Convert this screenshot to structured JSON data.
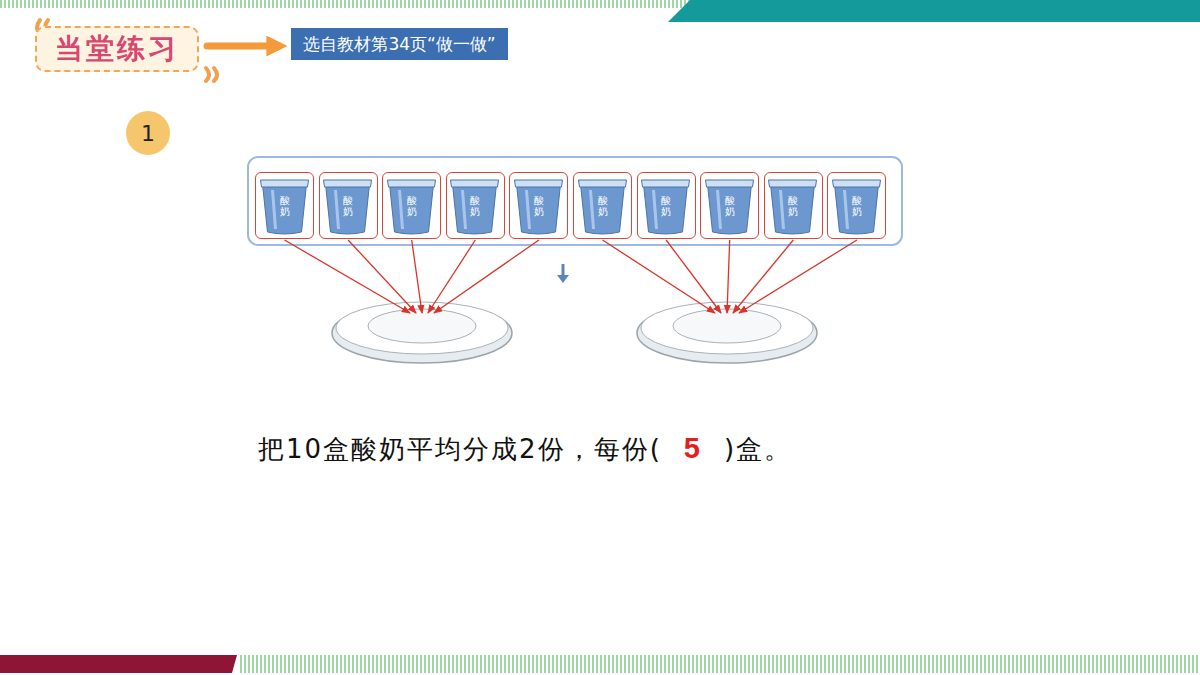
{
  "diagram": {
    "nodes": [
      {
        "text": [
          "当堂练习"
        ]
      },
      {
        "text": [
          "选自教材第34页“做一做”"
        ]
      },
      {
        "text": [
          "1"
        ]
      },
      {
        "text": [
          "酸奶"
        ]
      },
      {
        "text": [
          "酸奶"
        ]
      },
      {
        "text": [
          "酸奶"
        ]
      },
      {
        "text": [
          "酸奶"
        ]
      },
      {
        "text": [
          "酸奶"
        ]
      },
      {
        "text": [
          "酸奶"
        ]
      },
      {
        "text": [
          "酸奶"
        ]
      },
      {
        "text": [
          "酸奶"
        ]
      },
      {
        "text": [
          "酸奶"
        ]
      },
      {
        "text": [
          "酸奶"
        ]
      }
    ],
    "edges": [
      {
        "from": 0,
        "to": 1,
        "arrow": "to"
      }
    ],
    "labels": [
      "把10盒酸奶平均分成2份，每份(",
      "5",
      ")盒。"
    ]
  }
}
